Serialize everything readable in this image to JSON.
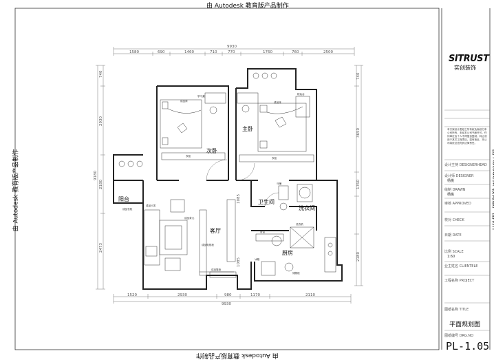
{
  "watermark": "由 Autodesk 教育版产品制作",
  "dimensions": {
    "top_total": "9930",
    "top": [
      "1580",
      "690",
      "1460",
      "710",
      "770",
      "1760",
      "760",
      "2500"
    ],
    "bottom_total": "9930",
    "bottom": [
      "1520",
      "2930",
      "980",
      "1170",
      "2110"
    ],
    "left": [
      "740",
      "2930",
      "9180",
      "2180",
      "2473"
    ],
    "right": [
      "740",
      "3650",
      "1085",
      "1760",
      "1085",
      "2180"
    ]
  },
  "rooms": {
    "secondary_bedroom": "次卧",
    "master_bedroom": "主卧",
    "balcony": "阳台",
    "living_room": "客厅",
    "bathroom": "卫生间",
    "laundry": "洗衣间",
    "kitchen": "厨房"
  },
  "furniture_labels": [
    "成品床",
    "学习桌",
    "衣柜",
    "成品床",
    "梳妆台",
    "衣柜",
    "成品衣柜",
    "成品沙发",
    "成品茶几",
    "成品电视柜",
    "成品鞋柜",
    "冰箱",
    "洗衣机",
    "马桶",
    "台盆",
    "储物柜"
  ],
  "logo": {
    "brand": "SITRUST",
    "subtitle": "实创装饰"
  },
  "title_block": {
    "note": "本方案设计图纸之所有权及版权归本公司所有，未经本公司书面许可，任何单位及个人不得擅自复制、转让或用于其它工程项目。如有违反，本公司将依法追究其法律责任。",
    "fields": [
      {
        "label": "设计主持 DESIGNERHEAD",
        "value": ""
      },
      {
        "label": "设计师 DESIGNER",
        "value": "杨桃"
      },
      {
        "label": "绘制 DRAWN",
        "value": "杨桃"
      },
      {
        "label": "审核 APPROVED",
        "value": ""
      },
      {
        "label": "校对 CHECK",
        "value": ""
      },
      {
        "label": "日期 DATE",
        "value": ""
      },
      {
        "label": "比例 SCALE",
        "value": "1:60"
      },
      {
        "label": "业主姓名 CLIENTELE",
        "value": ""
      },
      {
        "label": "工程名称 PROJECT",
        "value": ""
      },
      {
        "label": "图纸名称 TITLE",
        "value": "平面规划图"
      },
      {
        "label": "图纸编号 DRG.NO",
        "value": "PL-1.05"
      }
    ]
  }
}
